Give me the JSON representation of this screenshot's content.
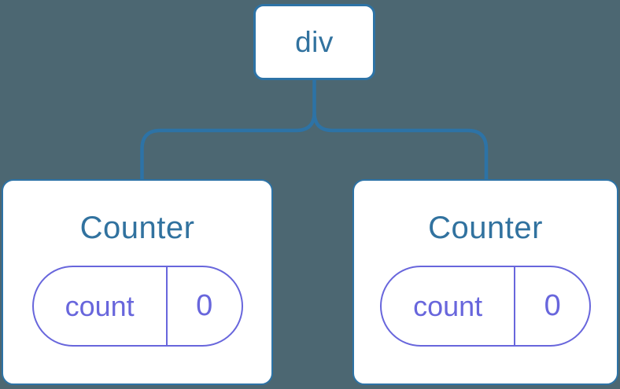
{
  "diagram": {
    "root_node": {
      "label": "div"
    },
    "children": [
      {
        "title": "Counter",
        "state": {
          "name": "count",
          "value": "0"
        }
      },
      {
        "title": "Counter",
        "state": {
          "name": "count",
          "value": "0"
        }
      }
    ]
  },
  "colors": {
    "background": "#4c6772",
    "line-blue": "#2d73a6",
    "text-blue": "#31729f",
    "purple": "#6866dc",
    "node-bg": "#ffffff"
  }
}
